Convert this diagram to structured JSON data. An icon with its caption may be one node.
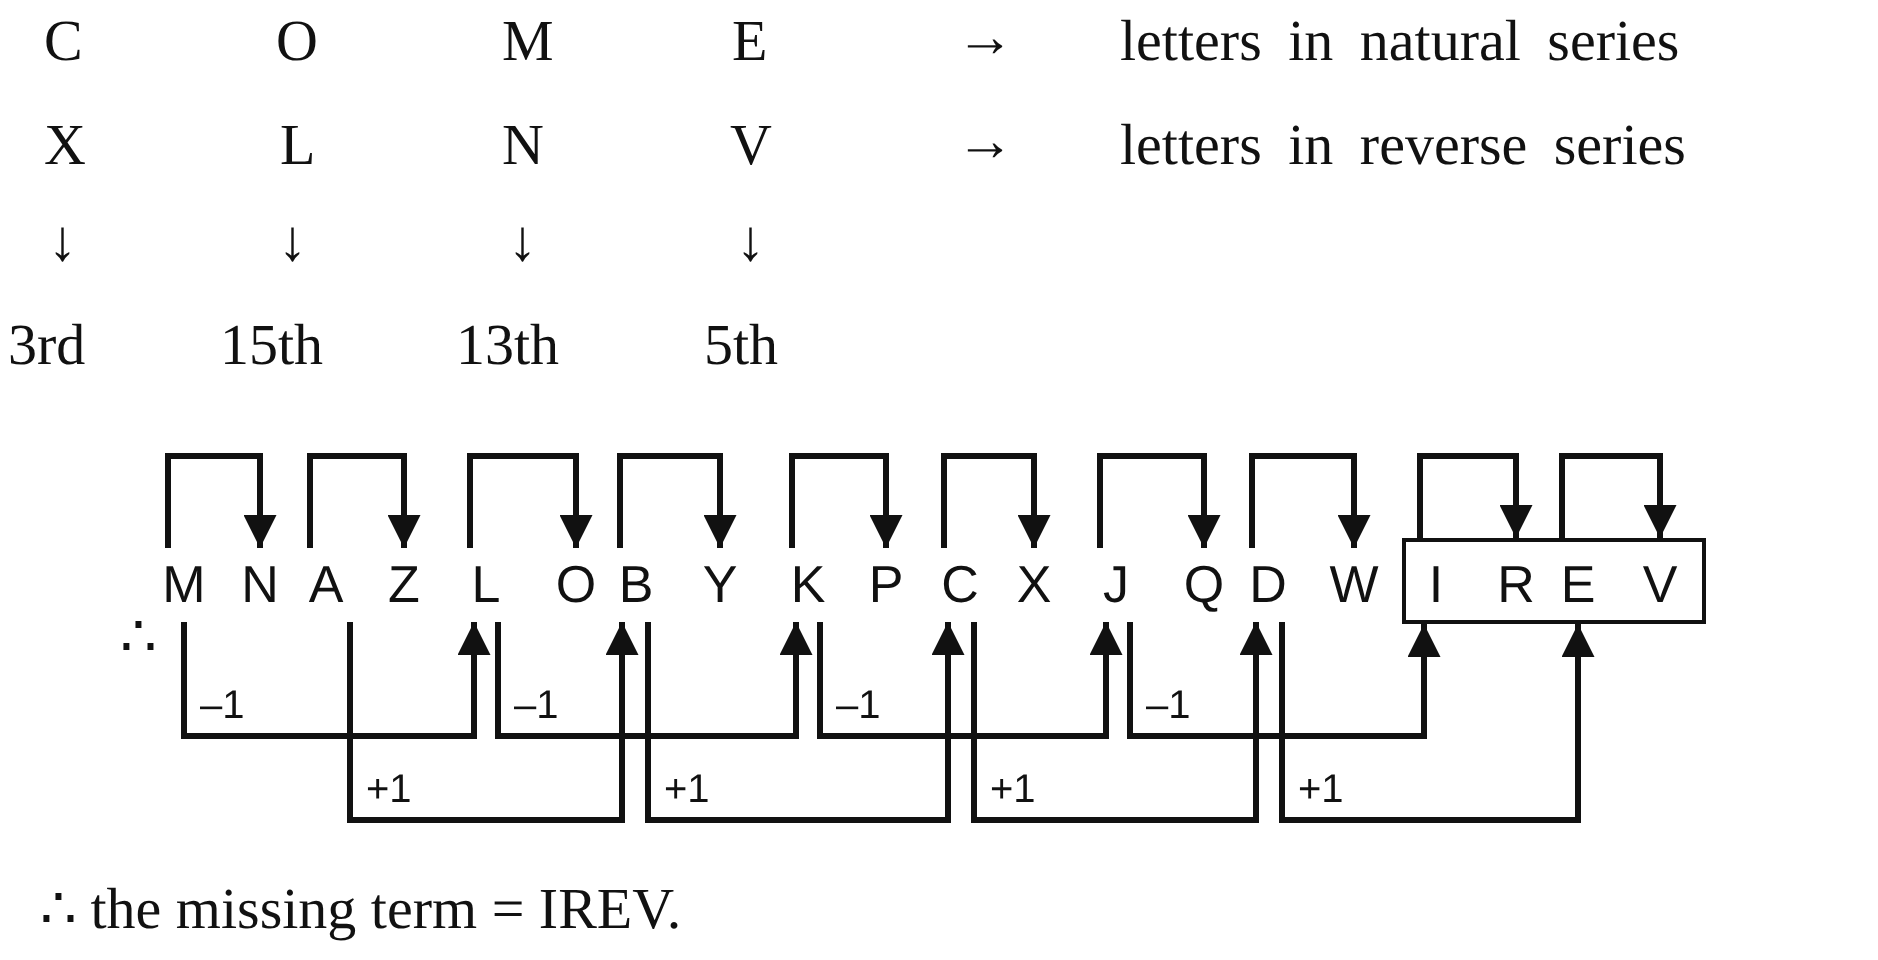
{
  "diagram": {
    "nodes": [
      {
        "text": [
          "M"
        ]
      },
      {
        "text": [
          "N"
        ]
      },
      {
        "text": [
          "A"
        ]
      },
      {
        "text": [
          "Z"
        ]
      },
      {
        "text": [
          "L"
        ]
      },
      {
        "text": [
          "O"
        ]
      },
      {
        "text": [
          "B"
        ]
      },
      {
        "text": [
          "Y"
        ]
      },
      {
        "text": [
          "K"
        ]
      },
      {
        "text": [
          "P"
        ]
      },
      {
        "text": [
          "C"
        ]
      },
      {
        "text": [
          "X"
        ]
      },
      {
        "text": [
          "J"
        ]
      },
      {
        "text": [
          "Q"
        ]
      },
      {
        "text": [
          "D"
        ]
      },
      {
        "text": [
          "W"
        ]
      },
      {
        "text": [],
        "shape": "box"
      },
      {
        "text": [
          "I"
        ],
        "in": 16
      },
      {
        "text": [
          "R"
        ],
        "in": 16
      },
      {
        "text": [
          "E"
        ],
        "in": 16
      },
      {
        "text": [
          "V"
        ],
        "in": 16
      }
    ],
    "edges": [
      {
        "from": 0,
        "to": 1,
        "arrow": "to"
      },
      {
        "from": 2,
        "to": 3,
        "arrow": "to"
      },
      {
        "from": 4,
        "to": 5,
        "arrow": "to"
      },
      {
        "from": 6,
        "to": 7,
        "arrow": "to"
      },
      {
        "from": 8,
        "to": 9,
        "arrow": "to"
      },
      {
        "from": 10,
        "to": 11,
        "arrow": "to"
      },
      {
        "from": 12,
        "to": 13,
        "arrow": "to"
      },
      {
        "from": 14,
        "to": 15,
        "arrow": "to"
      },
      {
        "from": 17,
        "to": 18,
        "arrow": "to"
      },
      {
        "from": 19,
        "to": 20,
        "arrow": "to"
      },
      {
        "from": 0,
        "to": 4,
        "arrow": "to",
        "label": "–1"
      },
      {
        "from": 4,
        "to": 8,
        "arrow": "to",
        "label": "–1"
      },
      {
        "from": 8,
        "to": 12,
        "arrow": "to",
        "label": "–1"
      },
      {
        "from": 12,
        "to": 17,
        "arrow": "to",
        "label": "–1"
      },
      {
        "from": 2,
        "to": 6,
        "arrow": "to",
        "label": "+1"
      },
      {
        "from": 6,
        "to": 10,
        "arrow": "to",
        "label": "+1"
      },
      {
        "from": 10,
        "to": 14,
        "arrow": "to",
        "label": "+1"
      },
      {
        "from": 14,
        "to": 19,
        "arrow": "to",
        "label": "+1"
      }
    ],
    "labels": [
      "C",
      "O",
      "M",
      "E",
      "→",
      "letters in natural series",
      "X",
      "L",
      "N",
      "V",
      "→",
      "letters in reverse series",
      "↓",
      "↓",
      "↓",
      "↓",
      "3rd",
      "15th",
      "13th",
      "5th",
      "∴",
      "∴ the missing term = IREV."
    ]
  }
}
